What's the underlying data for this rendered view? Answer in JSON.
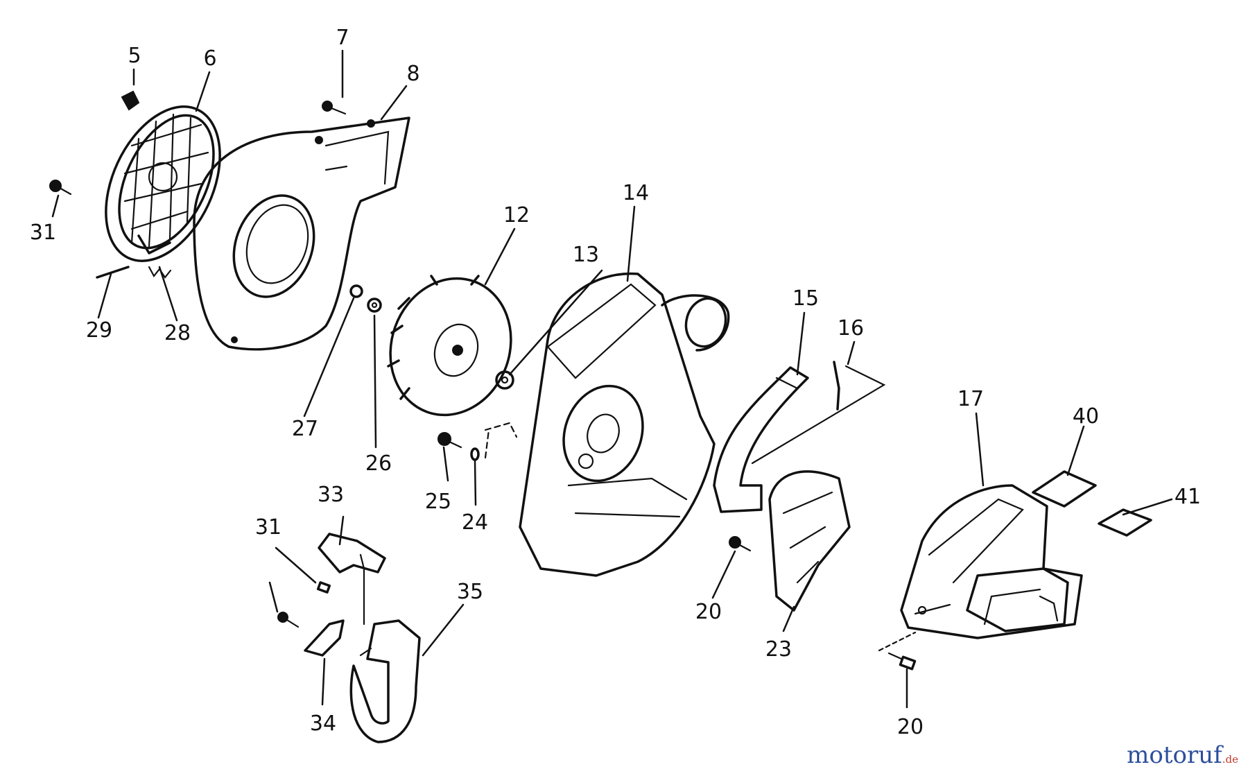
{
  "labels": {
    "5": "5",
    "6": "6",
    "7": "7",
    "8": "8",
    "31a": "31",
    "29": "29",
    "28": "28",
    "27": "27",
    "26": "26",
    "12": "12",
    "13": "13",
    "14": "14",
    "15": "15",
    "16": "16",
    "17": "17",
    "40": "40",
    "41": "41",
    "25": "25",
    "24": "24",
    "33": "33",
    "31b": "31",
    "35": "35",
    "34": "34",
    "20a": "20",
    "23": "23",
    "20b": "20"
  },
  "watermark": {
    "main": "motoruf",
    "suffix": ".de",
    "main_color": "#2c4f9b",
    "suffix_color": "#c0392b"
  }
}
